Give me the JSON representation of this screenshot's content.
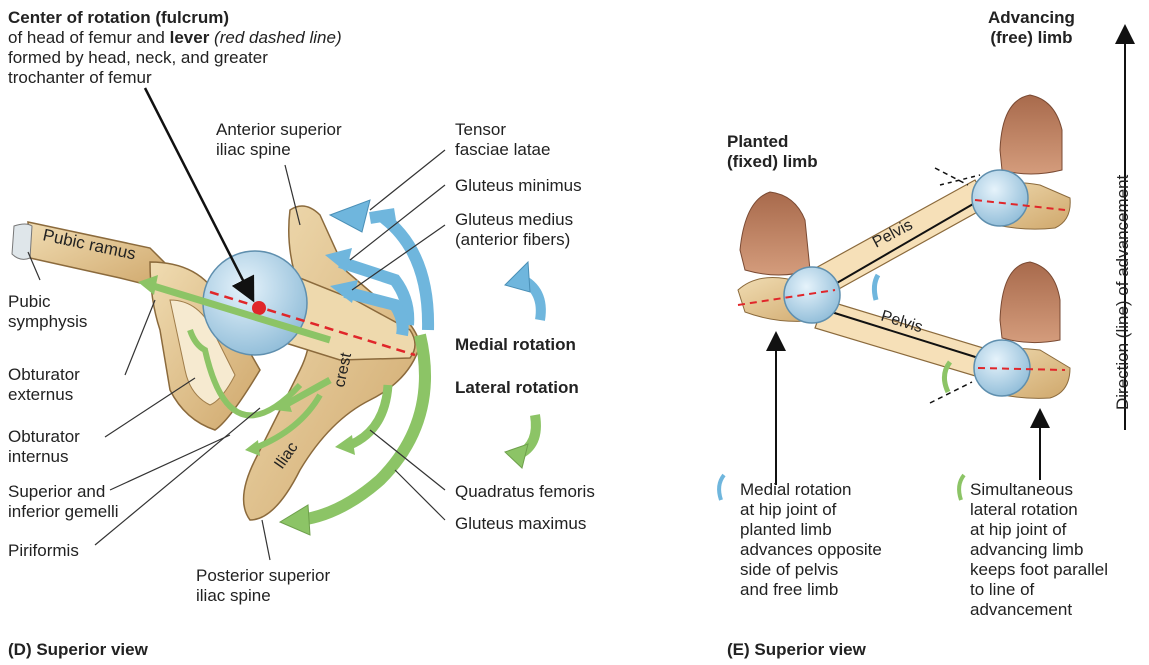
{
  "panel_d": {
    "fulcrum": {
      "title": "Center of rotation (fulcrum)",
      "line2_a": "of head of femur and ",
      "line2_b": "lever",
      "line2_c": " (red dashed line)",
      "line3": "formed by head, neck, and greater",
      "line4": "trochanter of femur"
    },
    "asis": [
      "Anterior superior",
      "iliac spine"
    ],
    "tfl": [
      "Tensor",
      "fasciae latae"
    ],
    "gluteus_minimus": "Gluteus minimus",
    "gluteus_medius": [
      "Gluteus medius",
      "(anterior fibers)"
    ],
    "pubic_ramus": "Pubic ramus",
    "pubic_symphysis": [
      "Pubic",
      "symphysis"
    ],
    "obturator_externus": [
      "Obturator",
      "externus"
    ],
    "obturator_internus": [
      "Obturator",
      "internus"
    ],
    "gemelli": [
      "Superior and",
      "inferior gemelli"
    ],
    "piriformis": "Piriformis",
    "psis": [
      "Posterior superior",
      "iliac spine"
    ],
    "crest": "crest",
    "iliac": "Iliac",
    "medial_rotation": "Medial rotation",
    "lateral_rotation": "Lateral rotation",
    "quadratus_femoris": "Quadratus femoris",
    "gluteus_maximus": "Gluteus maximus",
    "caption": "(D) Superior view"
  },
  "panel_e": {
    "advancing": [
      "Advancing",
      "(free) limb"
    ],
    "planted": [
      "Planted",
      "(fixed) limb"
    ],
    "pelvis_top": "Pelvis",
    "pelvis_bottom": "Pelvis",
    "direction": "Direction (line) of advancement",
    "medial_note": [
      "Medial rotation",
      "at hip joint of",
      "planted limb",
      "advances opposite",
      "side of pelvis",
      "and free limb"
    ],
    "lateral_note": [
      "Simultaneous",
      "lateral rotation",
      "at hip joint of",
      "advancing limb",
      "keeps foot parallel",
      "to line of",
      "advancement"
    ],
    "caption": "(E) Superior view"
  },
  "colors": {
    "bone": "#e8cf9f",
    "bone_dark": "#c9a56a",
    "femur_head": "#b9d9ee",
    "medial_arrow": "#6fb6dd",
    "lateral_arrow": "#8cc466",
    "lever": "#e0262a",
    "foot": "#b9785a"
  }
}
